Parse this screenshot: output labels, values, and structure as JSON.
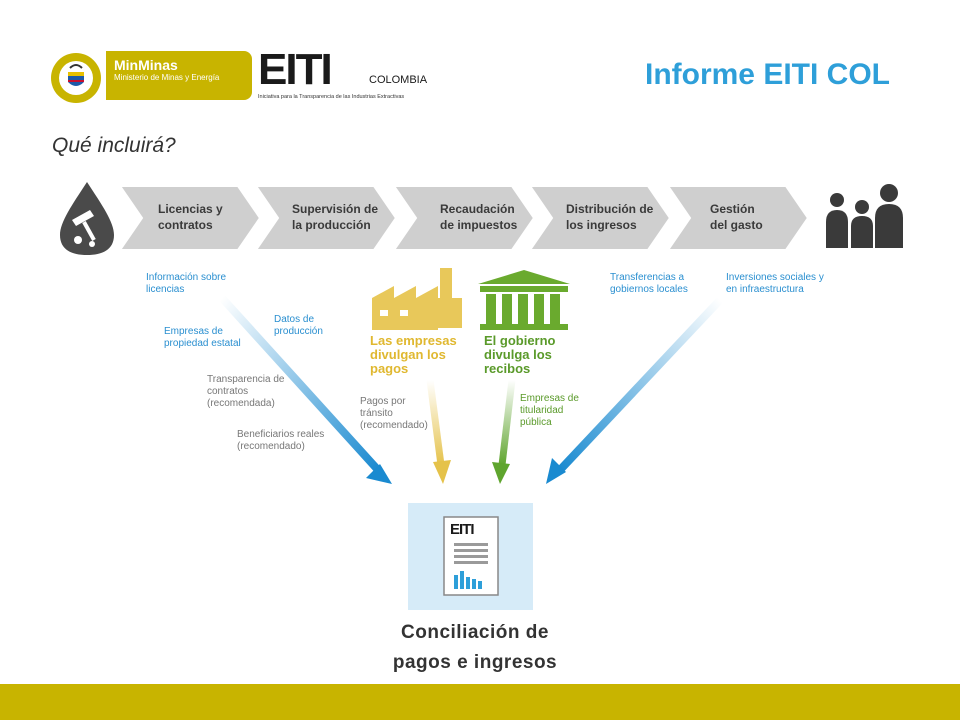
{
  "header": {
    "title": "Informe EITI COL",
    "subtitle": "Qué incluirá?",
    "ministry_logo": {
      "name": "MinMinas",
      "tagline": "Ministerio de Minas y Energía"
    },
    "eiti_logo": {
      "main": "EITI",
      "country": "COLOMBIA",
      "tagline": "Iniciativa para la Transparencia de las Industrias Extractivas"
    }
  },
  "value_chain": [
    {
      "line1": "Licencias y",
      "line2": "contratos"
    },
    {
      "line1": "Supervisión de",
      "line2": "la producción"
    },
    {
      "line1": "Recaudación",
      "line2": "de impuestos"
    },
    {
      "line1": "Distribución de",
      "line2": "los ingresos"
    },
    {
      "line1": "Gestión",
      "line2": "del gasto"
    }
  ],
  "left_info": {
    "info_licencias": "Información sobre licencias",
    "datos_produccion": "Datos de producción",
    "empresas_estatal": "Empresas de propiedad estatal",
    "transparencia": "Transparencia de contratos (recomendada)",
    "beneficiarios": "Beneficiarios reales (recomendado)"
  },
  "center": {
    "companies": "Las empresas divulgan los pagos",
    "government": "El gobierno divulga los recibos",
    "pagos_transito": "Pagos por tránsito (recomendado)",
    "titularidad": "Empresas de titularidad pública"
  },
  "right_info": {
    "transferencias": "Transferencias a gobiernos locales",
    "inversiones": "Inversiones sociales y en infraestructura"
  },
  "result": {
    "doc_label": "EITI",
    "line1": "Conciliación de",
    "line2": "pagos e ingresos"
  },
  "colors": {
    "accent_blue": "#2e9fd9",
    "olive": "#c8b400",
    "green": "#6aaa2e",
    "gold": "#e8c85a",
    "gray_chevron": "#cfcfcf"
  }
}
